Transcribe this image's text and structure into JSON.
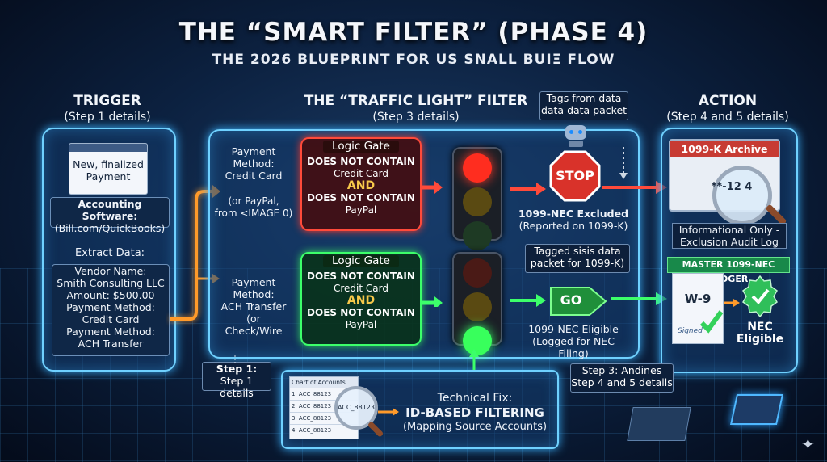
{
  "header": {
    "title": "THE “SMART FILTER” (PHASE 4)",
    "subtitle": "THE 2026 BLUEPRINT FOR US SNALL BUΙΞ FLOW"
  },
  "trigger": {
    "heading": "TRIGGER",
    "sub": "(Step 1 details)",
    "payment_card": "New, finalized Payment",
    "software_line1": "Accounting Software:",
    "software_line2": "(Bill.com/QuickBooks)",
    "extract": "Extract Data:",
    "data_lines": [
      "Vendor Name:",
      "Smith Consulting LLC",
      "Amount: $500.00",
      "Payment Method:",
      "Credit Card",
      "Payment Method:",
      "ACH Transfer"
    ]
  },
  "filter": {
    "heading": "THE “TRAFFIC LIGHT” FILTER",
    "sub": "(Step 3 details)",
    "top_method": [
      "Payment",
      "Method:",
      "Credit Card"
    ],
    "top_or": [
      "(or PayPal,",
      "from <IMAGE 0)"
    ],
    "bottom_method": [
      "Payment",
      "Method:",
      "ACH Transfer",
      "(or",
      "Check/Wire"
    ],
    "gate_title": "Logic Gate",
    "dnc": "DOES NOT CONTAIN",
    "credit": "Credit Card",
    "and": "AND",
    "paypal": "PayPal",
    "stop": "STOP",
    "go": "GO",
    "tags": [
      "Tags from data",
      "data data packet"
    ],
    "excluded_bold": "1099-NEC Excluded",
    "excluded_sub": "(Reported on 1099-K)",
    "tagged": [
      "Tagged sisis data",
      "packet for 1099-K)"
    ],
    "eligible": [
      "1099-NEC Eligible",
      "(Logged for NEC Filing)"
    ],
    "step1": [
      "Step 1:",
      "Step 1 details"
    ],
    "step3": [
      "Step 3: Andines",
      "Step 4 and 5 details"
    ]
  },
  "fix": {
    "coa": "Chart of Accounts",
    "rows": [
      "ACC_88123",
      "ACC_88123",
      "ACC_88123",
      "ACC_88123"
    ],
    "row_nums": [
      "1",
      "2",
      "3",
      "4"
    ],
    "magnified": "ACC_88123",
    "line1": "Technical Fix:",
    "line2": "ID-BASED FILTERING",
    "line3": "(Mapping Source Accounts)"
  },
  "action": {
    "heading": "ACTION",
    "sub": "(Step 4 and 5 details)",
    "archive_title": "1099-K Archive",
    "magnify": "**-12 4",
    "info": [
      "Informational Only -",
      "Exclusion Audit Log"
    ],
    "ledger_title": "MASTER 1099-NEC LEDGER",
    "w9": "W-9",
    "sig": "Signed",
    "nec": [
      "NEC",
      "Eligible"
    ]
  },
  "colors": {
    "panel_glow": "#6fd1ff",
    "red": "#ff4a3a",
    "green": "#3cff6a",
    "orange": "#ff9a2a"
  }
}
